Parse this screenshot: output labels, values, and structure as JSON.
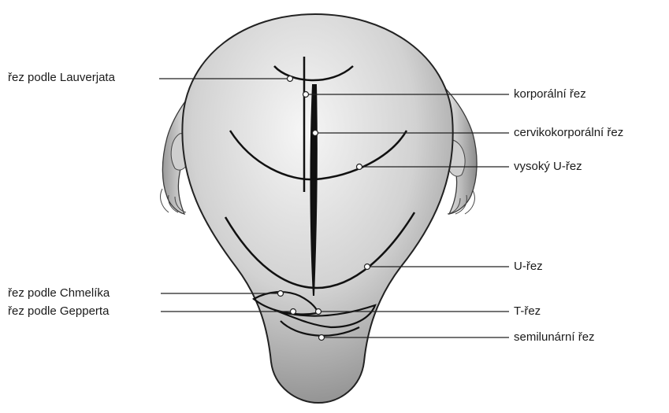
{
  "labels": {
    "lauverjat": "řez podle Lauverjata",
    "korporalni": "korporální řez",
    "cervikokorporalni": "cervikokorporální řez",
    "vysoky_u": "vysoký U-řez",
    "u_rez": "U-řez",
    "chmelik": "řez podle Chmelíka",
    "t_rez": "T-řez",
    "geppert": "řez podle Gepperta",
    "semilunarni": "semilunární řez"
  }
}
